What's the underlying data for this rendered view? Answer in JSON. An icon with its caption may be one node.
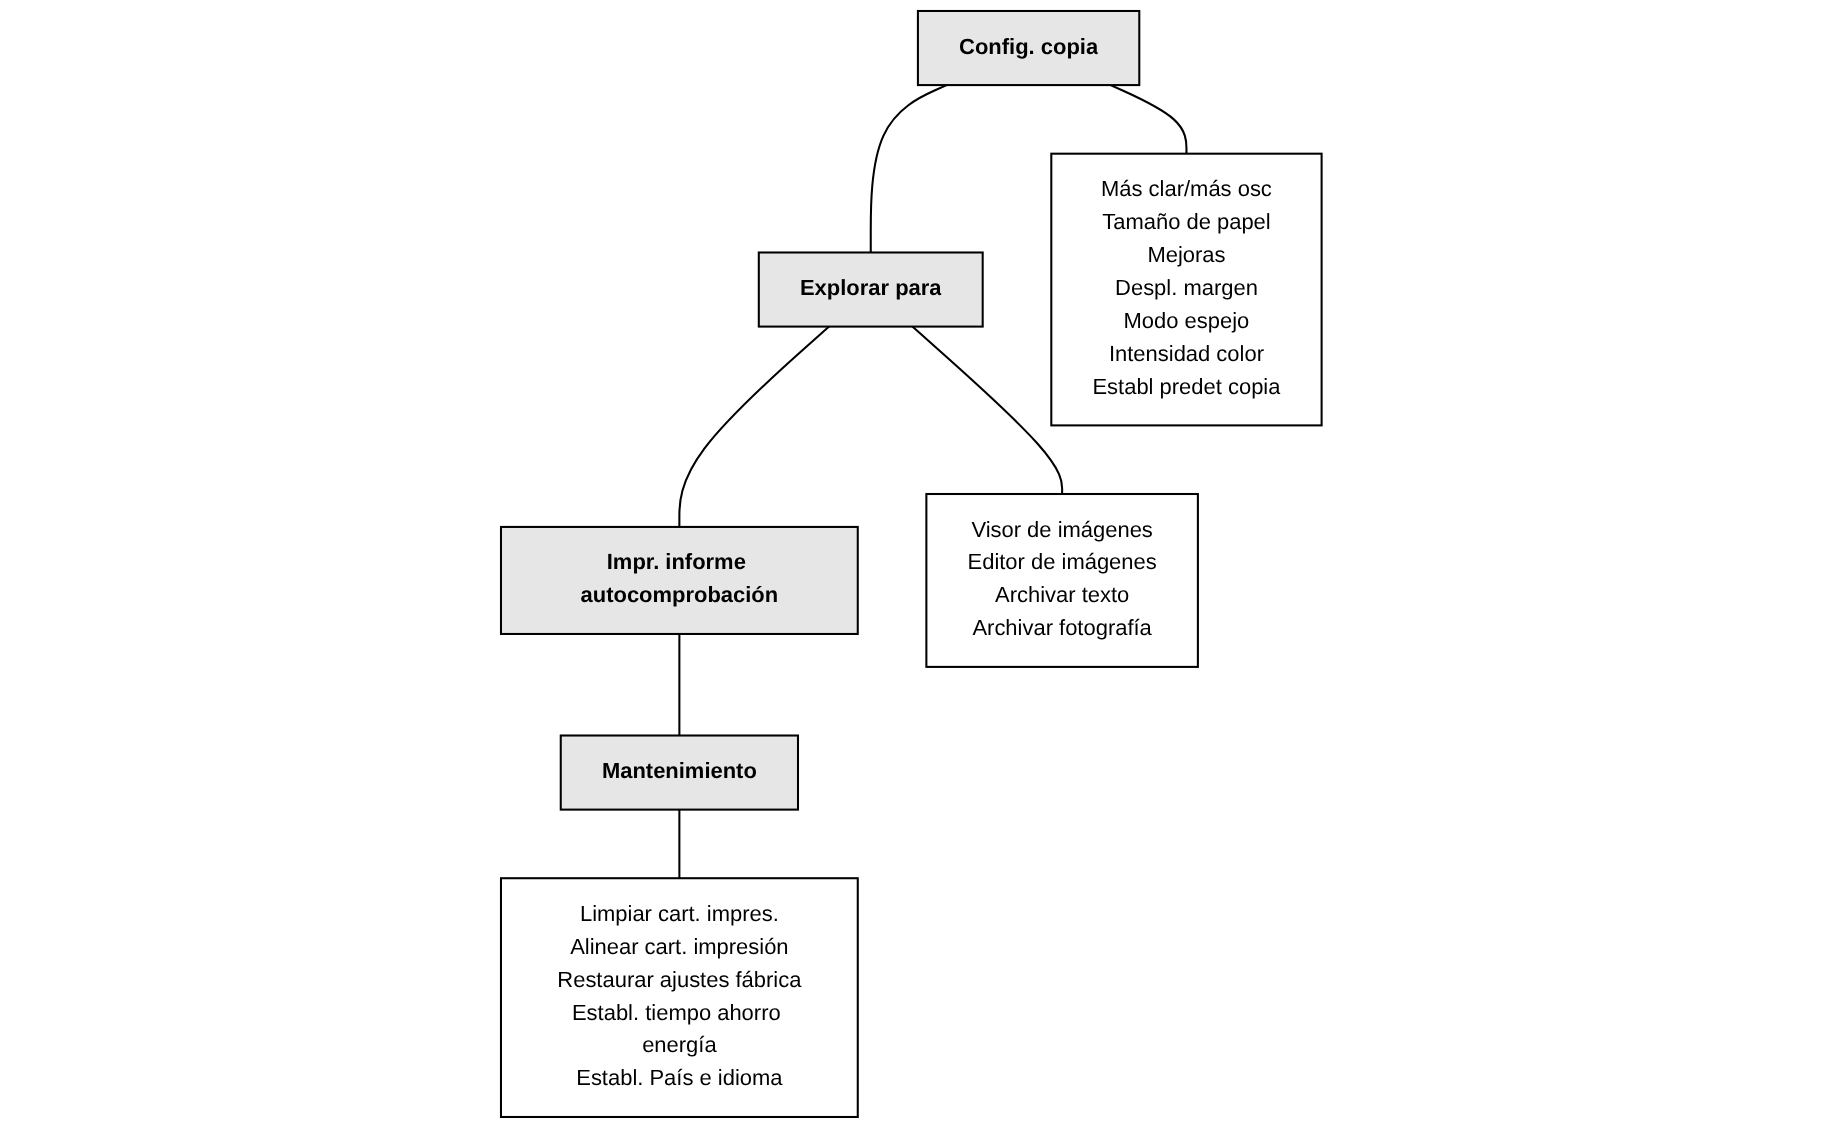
{
  "diagram": {
    "nodes": [
      {
        "text": [
          "Config. copia"
        ]
      },
      {
        "text": [
          "Explorar para"
        ]
      },
      {
        "text": [
          "Impr. informe autocomprobación"
        ]
      },
      {
        "text": [
          "Mantenimiento"
        ]
      },
      {
        "text": [
          "Más clar/más osc",
          "Tamaño de papel",
          "Mejoras",
          "Despl. margen",
          "Modo espejo",
          "Intensidad color",
          "Establ predet copia"
        ]
      },
      {
        "text": [
          "Visor de imágenes",
          "Editor de imágenes",
          "Archivar texto",
          "Archivar fotografía"
        ]
      },
      {
        "text": [
          "Limpiar cart. impres.",
          "Alinear cart. impresión",
          "Restaurar ajustes fábrica",
          "Establ. tiempo ahorro energía",
          "Establ. País e idioma"
        ]
      }
    ],
    "edges": [
      {
        "from": 0,
        "to": 1,
        "arrow": "none"
      },
      {
        "from": 1,
        "to": 2,
        "arrow": "none"
      },
      {
        "from": 2,
        "to": 3,
        "arrow": "none"
      },
      {
        "from": 0,
        "to": 4,
        "arrow": "none"
      },
      {
        "from": 1,
        "to": 5,
        "arrow": "none"
      },
      {
        "from": 3,
        "to": 6,
        "arrow": "none"
      }
    ]
  }
}
